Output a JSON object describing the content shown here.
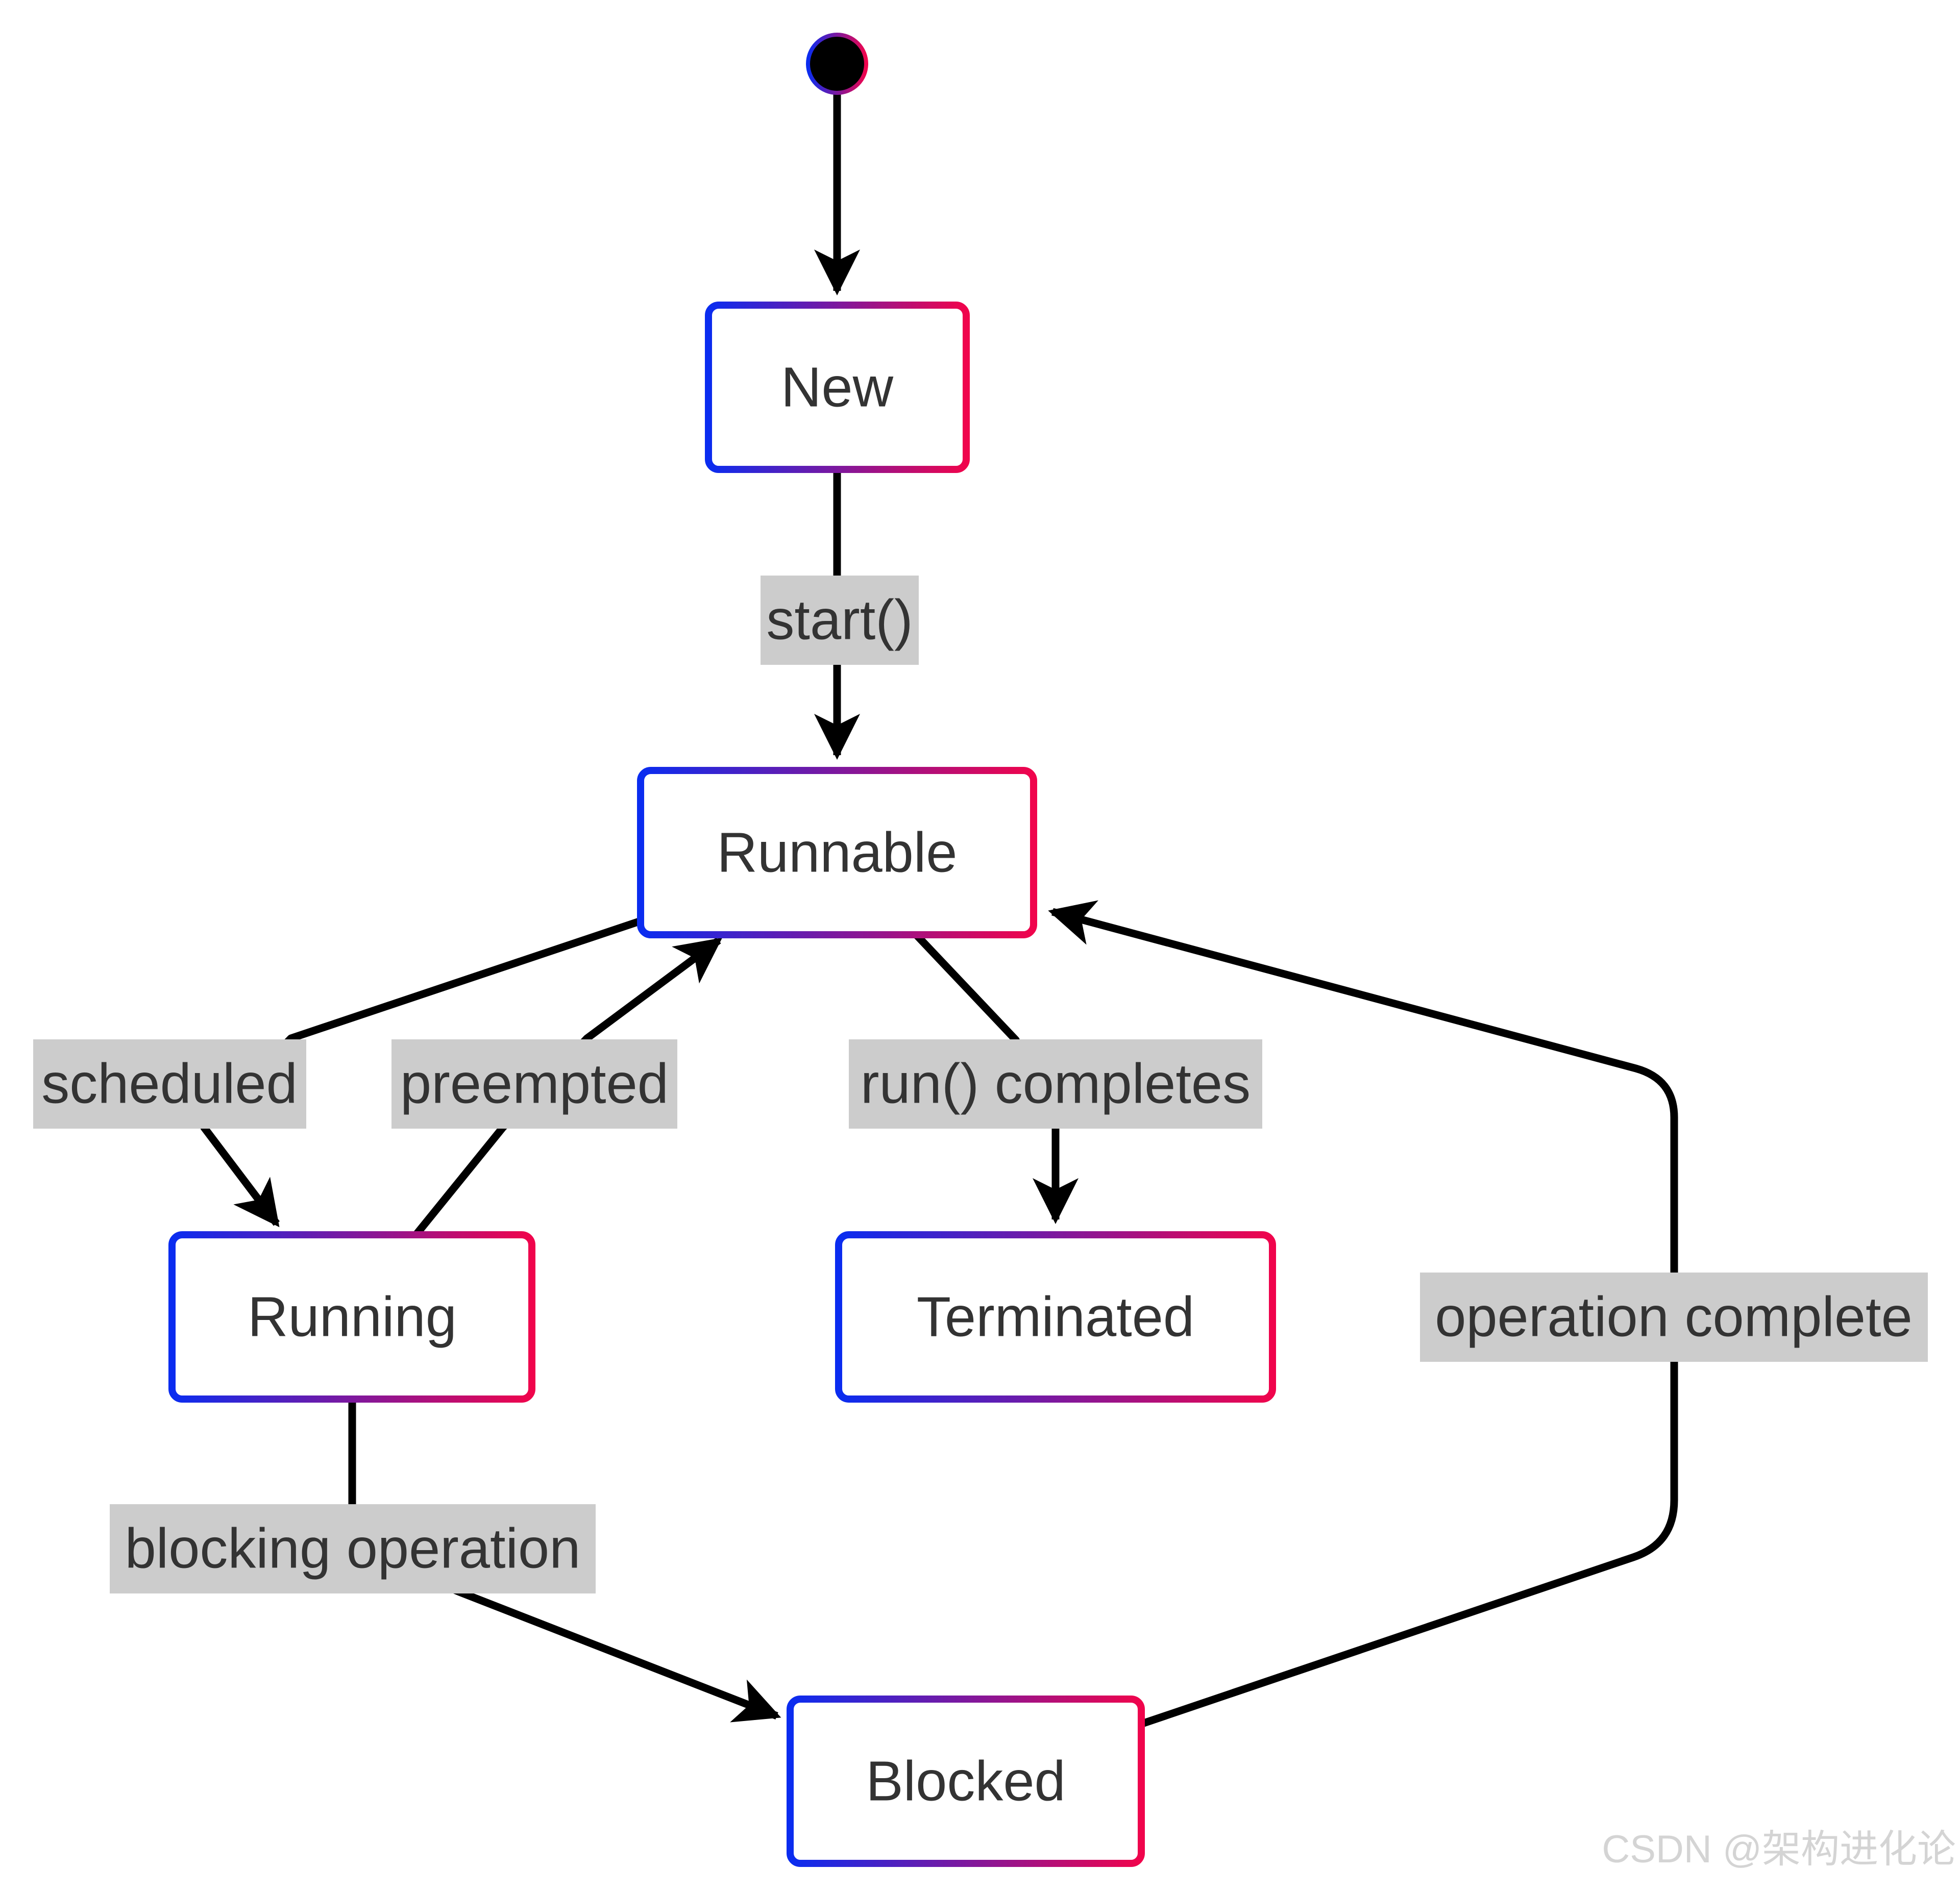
{
  "colors": {
    "state_border_start": "#0a2cf0",
    "state_border_end": "#f0044c",
    "state_fill": "#ffffff",
    "edge": "#000000",
    "label_bg": "#cccccc",
    "text": "#333333",
    "initial_fill": "#000000",
    "watermark": "#d4d4d4"
  },
  "states": {
    "new": "New",
    "runnable": "Runnable",
    "running": "Running",
    "terminated": "Terminated",
    "blocked": "Blocked"
  },
  "transitions": {
    "start": "start()",
    "scheduled": "scheduled",
    "preempted": "preempted",
    "run_completes": "run() completes",
    "blocking_operation": "blocking operation",
    "operation_complete": "operation complete"
  },
  "watermark": "CSDN @架构进化论"
}
